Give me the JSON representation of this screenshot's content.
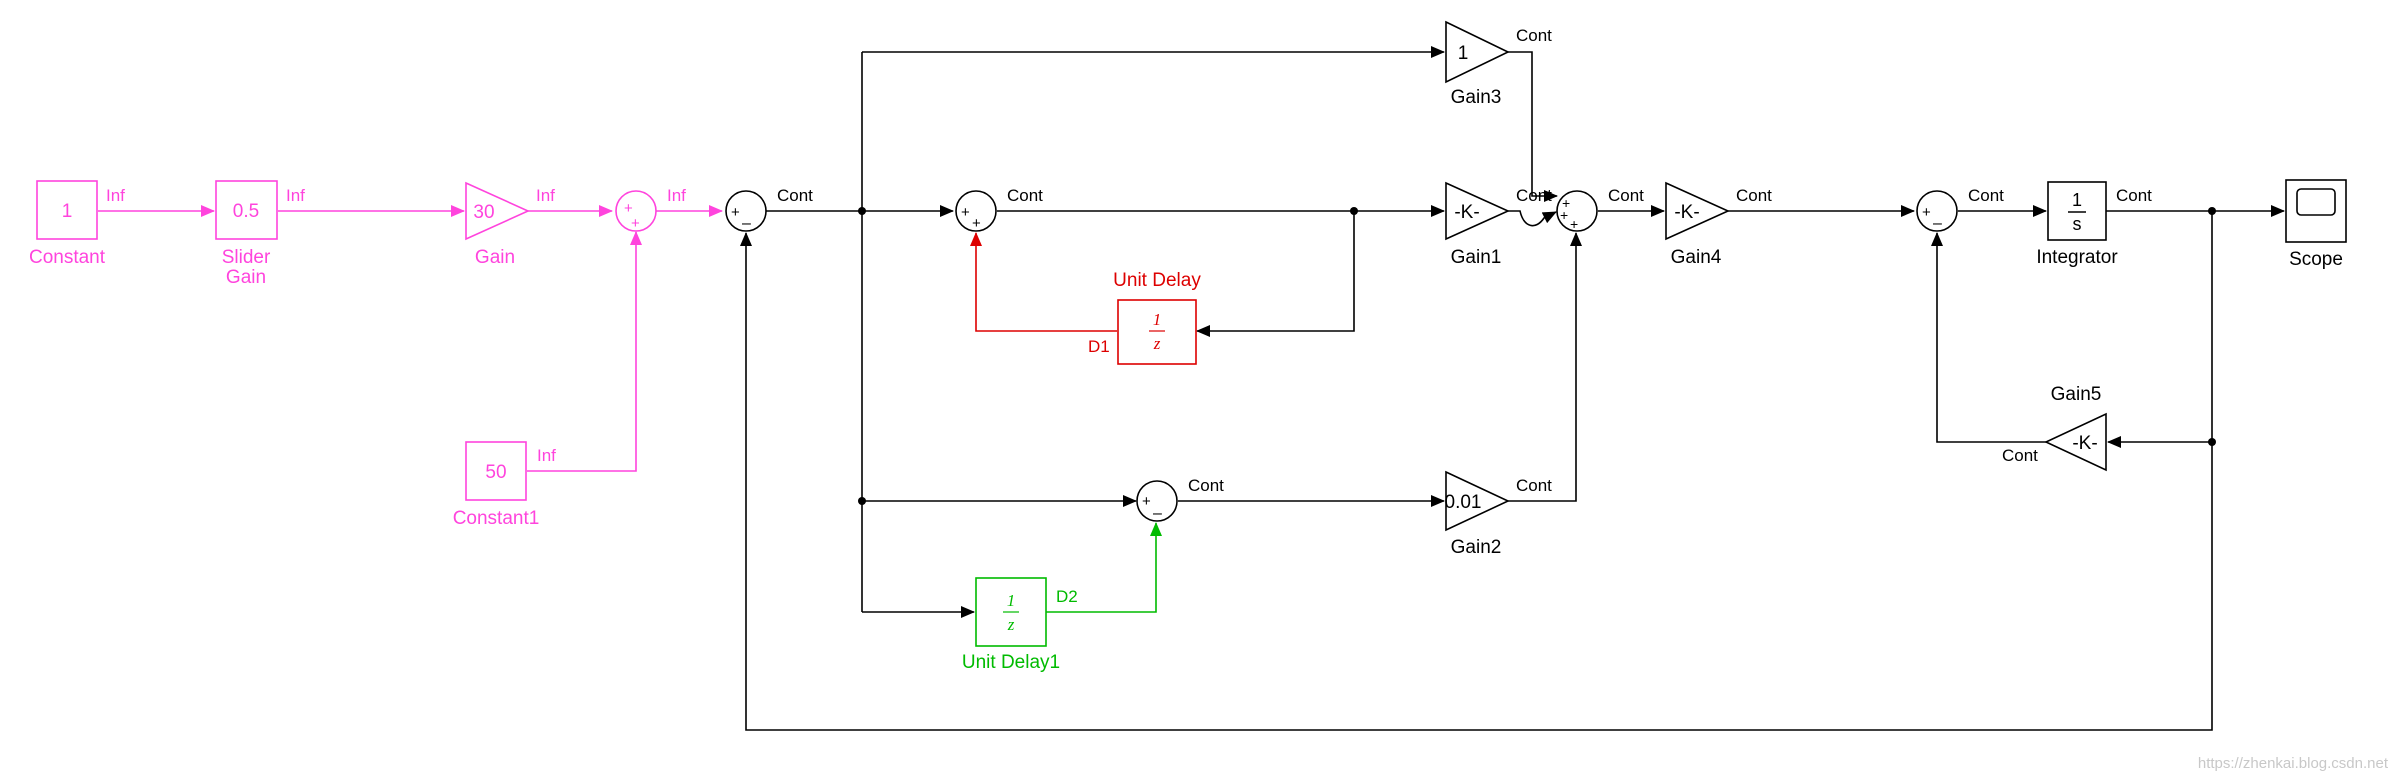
{
  "colors": {
    "black": "#000000",
    "magenta": "#ff44dd",
    "red": "#dd0000",
    "green": "#00bb00",
    "watermark": "#c8c8c8"
  },
  "blocks": {
    "constant": {
      "value": "1",
      "name": "Constant",
      "rate": "Inf"
    },
    "slider_gain": {
      "value": "0.5",
      "name_line1": "Slider",
      "name_line2": "Gain",
      "rate": "Inf"
    },
    "gain": {
      "value": "30",
      "name": "Gain",
      "rate": "Inf"
    },
    "constant1": {
      "value": "50",
      "name": "Constant1",
      "rate": "Inf"
    },
    "sum1": {
      "rate": "Inf"
    },
    "sum2": {
      "rate": "Cont"
    },
    "sum3": {
      "rate": "Cont"
    },
    "unit_delay": {
      "name": "Unit Delay",
      "num": "1",
      "den": "z",
      "rate": "D1"
    },
    "sum4": {
      "rate": "Cont"
    },
    "unit_delay1": {
      "name": "Unit Delay1",
      "num": "1",
      "den": "z",
      "rate": "D2"
    },
    "gain3": {
      "value": "1",
      "name": "Gain3",
      "rate": "Cont"
    },
    "gain1": {
      "value": "-K-",
      "name": "Gain1",
      "rate": "Cont"
    },
    "gain2": {
      "value": "0.01",
      "name": "Gain2",
      "rate": "Cont"
    },
    "sum5": {
      "rate": "Cont"
    },
    "gain4": {
      "value": "-K-",
      "name": "Gain4",
      "rate": "Cont"
    },
    "sum6": {
      "rate": "Cont"
    },
    "integrator": {
      "num": "1",
      "den": "s",
      "name": "Integrator",
      "rate": "Cont"
    },
    "gain5": {
      "value": "-K-",
      "name": "Gain5",
      "rate": "Cont"
    },
    "scope": {
      "name": "Scope"
    }
  },
  "watermark": "https://zhenkai.blog.csdn.net"
}
